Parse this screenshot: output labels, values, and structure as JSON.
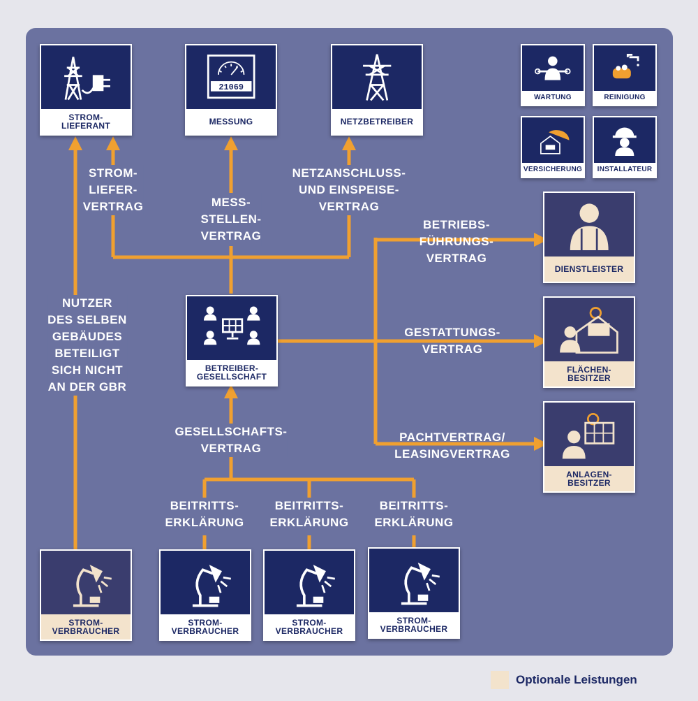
{
  "nodes": {
    "stromlieferant": {
      "label": [
        "STROM-",
        "LIEFERANT"
      ],
      "icon": "power-tower-plug-icon",
      "optional": false
    },
    "messung": {
      "label": [
        "MESSUNG"
      ],
      "icon": "meter-icon",
      "meter_value": "21069",
      "optional": false
    },
    "netzbetreiber": {
      "label": [
        "NETZBETREIBER"
      ],
      "icon": "power-tower-icon",
      "optional": false
    },
    "wartung": {
      "label": [
        "WARTUNG"
      ],
      "icon": "mechanic-icon",
      "optional": false
    },
    "reinigung": {
      "label": [
        "REINIGUNG"
      ],
      "icon": "cleaning-icon",
      "optional": false
    },
    "versicherung": {
      "label": [
        "VERSICHERUNG"
      ],
      "icon": "insurance-umbrella-icon",
      "optional": false
    },
    "installateur": {
      "label": [
        "INSTALLATEUR"
      ],
      "icon": "hardhat-worker-icon",
      "optional": false
    },
    "dienstleister": {
      "label": [
        "DIENSTLEISTER"
      ],
      "icon": "worker-icon",
      "optional": true
    },
    "flaechenbesitzer": {
      "label": [
        "FLÄCHEN-",
        "BESITZER"
      ],
      "icon": "house-solar-icon",
      "optional": true
    },
    "anlagenbesitzer": {
      "label": [
        "ANLAGEN-",
        "BESITZER"
      ],
      "icon": "person-solar-icon",
      "optional": true
    },
    "betreibergesellschaft": {
      "label": [
        "BETREIBER-",
        "GESELLSCHAFT"
      ],
      "icon": "group-solar-icon",
      "optional": false
    },
    "verbraucher1": {
      "label": [
        "STROM-",
        "VERBRAUCHER"
      ],
      "icon": "lamp-icon",
      "optional": true
    },
    "verbraucher2": {
      "label": [
        "STROM-",
        "VERBRAUCHER"
      ],
      "icon": "lamp-icon",
      "optional": false
    },
    "verbraucher3": {
      "label": [
        "STROM-",
        "VERBRAUCHER"
      ],
      "icon": "lamp-icon",
      "optional": false
    },
    "verbraucher4": {
      "label": [
        "STROM-",
        "VERBRAUCHER"
      ],
      "icon": "lamp-icon",
      "optional": false
    }
  },
  "edges": {
    "stromliefervertrag": [
      "STROM-",
      "LIEFER-",
      "VERTRAG"
    ],
    "messstellenvertrag": [
      "MESS-",
      "STELLEN-",
      "VERTRAG"
    ],
    "netzanschluss": [
      "NETZANSCHLUSS-",
      "UND EINSPEISE-",
      "VERTRAG"
    ],
    "nutzer": [
      "NUTZER",
      "DES SELBEN",
      "GEBÄUDES",
      "BETEILIGT",
      "SICH NICHT",
      "AN DER GBR"
    ],
    "betriebsfuehrung": [
      "BETRIEBS-",
      "FÜHRUNGS-",
      "VERTRAG"
    ],
    "gestattung": [
      "GESTATTUNGS-",
      "VERTRAG"
    ],
    "pacht": [
      "PACHTVERTRAG/",
      "LEASINGVERTRAG"
    ],
    "gesellschaft": [
      "GESELLSCHAFTS-",
      "VERTRAG"
    ],
    "beitritt1": [
      "BEITRITTS-",
      "ERKLÄRUNG"
    ],
    "beitritt2": [
      "BEITRITTS-",
      "ERKLÄRUNG"
    ],
    "beitritt3": [
      "BEITRITTS-",
      "ERKLÄRUNG"
    ]
  },
  "legend": {
    "label": "Optionale Leistungen"
  },
  "colors": {
    "panel": "#6b72a0",
    "node": "#1c2864",
    "wire": "#f0a030",
    "optional": "#f3e3cc",
    "page": "#e6e6ec"
  }
}
